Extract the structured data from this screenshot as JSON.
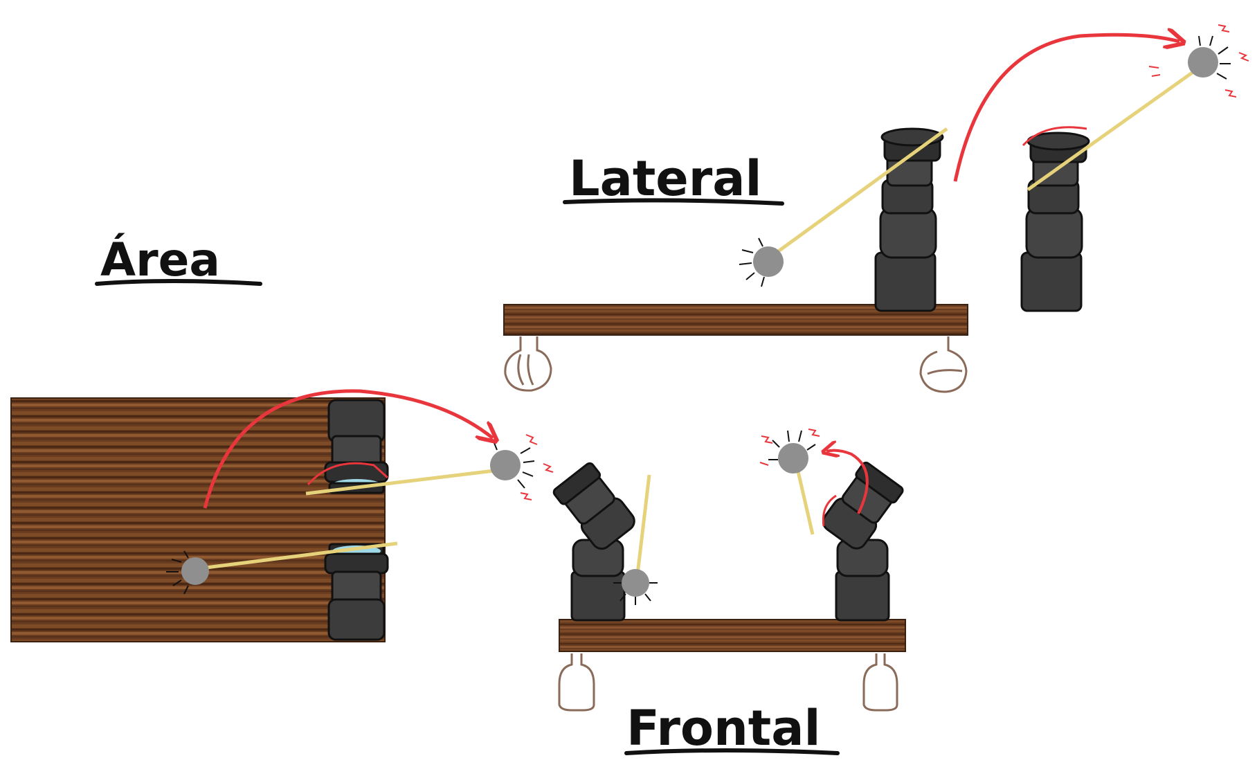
{
  "labels": {
    "area": "Área",
    "lateral": "Lateral",
    "frontal": "Frontal"
  },
  "colors": {
    "ink": "#111111",
    "wood_dark": "#4a2a16",
    "wood_mid": "#6b3d20",
    "wood_light": "#8a5530",
    "pipe": "#3c3c3c",
    "pipe_dark": "#1e1e1e",
    "ball": "#8f8f8f",
    "stick": "#e6d27a",
    "motion": "#e8363c",
    "wheel": "#8a6a58",
    "cap_glow": "#9fd8e6"
  }
}
